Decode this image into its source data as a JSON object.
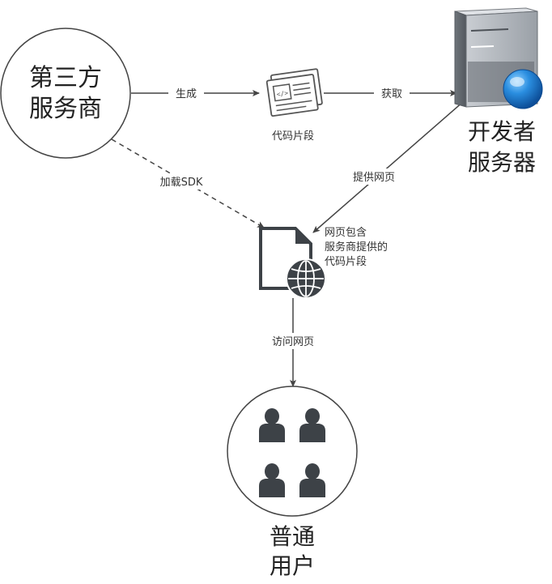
{
  "nodes": {
    "third_party": {
      "line1": "第三方",
      "line2": "服务商"
    },
    "code_snippet": {
      "label": "代码片段"
    },
    "dev_server": {
      "line1": "开发者",
      "line2": "服务器"
    },
    "webpage": {
      "line1": "网页包含",
      "line2": "服务商提供的",
      "line3": "代码片段"
    },
    "users": {
      "line1": "普通",
      "line2": "用户"
    }
  },
  "edges": {
    "generate": "生成",
    "fetch": "获取",
    "provide_page": "提供网页",
    "load_sdk": "加载SDK",
    "visit_page": "访问网页"
  },
  "colors": {
    "stroke": "#444444",
    "dark": "#3d4247",
    "globe_blue": "#1e77c8",
    "server_gray": "#8a8f96"
  }
}
